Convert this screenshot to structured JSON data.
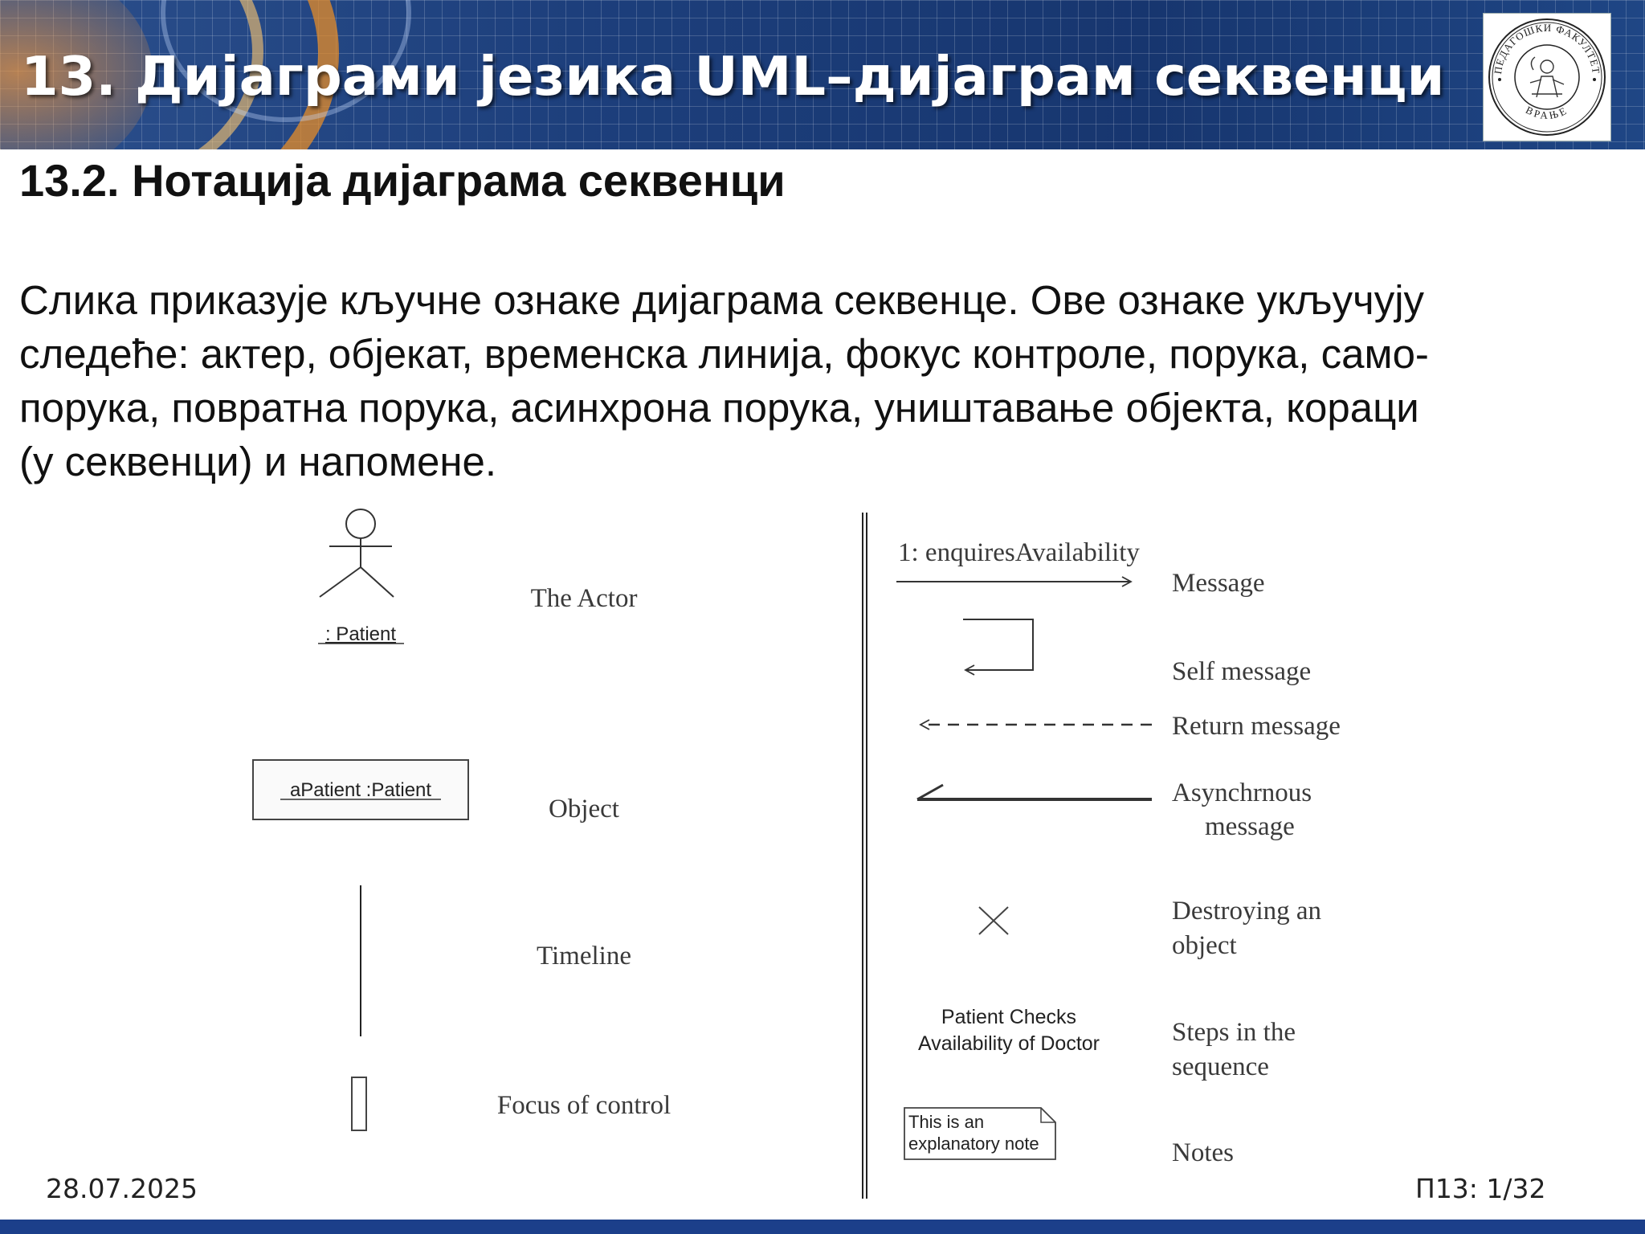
{
  "slide": {
    "title": "13. Дијаграми језика UML–дијаграм секвенци",
    "subtitle": "13.2. Нотација дијаграма секвенци",
    "paragraph_lines": [
      "Слика приказује кључне ознаке дијаграма секвенце. Ове ознаке укључују",
      "следеће: актер, објекат, временска линија, фокус контроле, порука, само-",
      "порука, повратна порука, асинхрона порука, уништавање објекта, кораци",
      "(у секвенци) и напомене."
    ],
    "logo": {
      "top_text": "ПЕДАГОШКИ ФАКУЛТЕТ",
      "bottom_text": "ВРАЊЕ"
    }
  },
  "diagram": {
    "left": {
      "actor_name": ": Patient",
      "actor_label": "The Actor",
      "object_name": "aPatient :Patient",
      "object_label": "Object",
      "timeline_label": "Timeline",
      "focus_label": "Focus of control"
    },
    "right": {
      "message_text": "1: enquiresAvailability",
      "message_label": "Message",
      "self_message_label": "Self message",
      "return_message_label": "Return message",
      "async_label_line1": "Asynchrnous",
      "async_label_line2": "message",
      "destroy_label_line1": "Destroying an",
      "destroy_label_line2": "object",
      "step_text_line1": "Patient Checks",
      "step_text_line2": "Availability of Doctor",
      "steps_label_line1": "Steps in the",
      "steps_label_line2": "sequence",
      "note_text_line1": "This is an",
      "note_text_line2": "explanatory note",
      "notes_label": "Notes"
    }
  },
  "footer": {
    "date": "28.07.2025",
    "page": "П13: 1/32"
  }
}
